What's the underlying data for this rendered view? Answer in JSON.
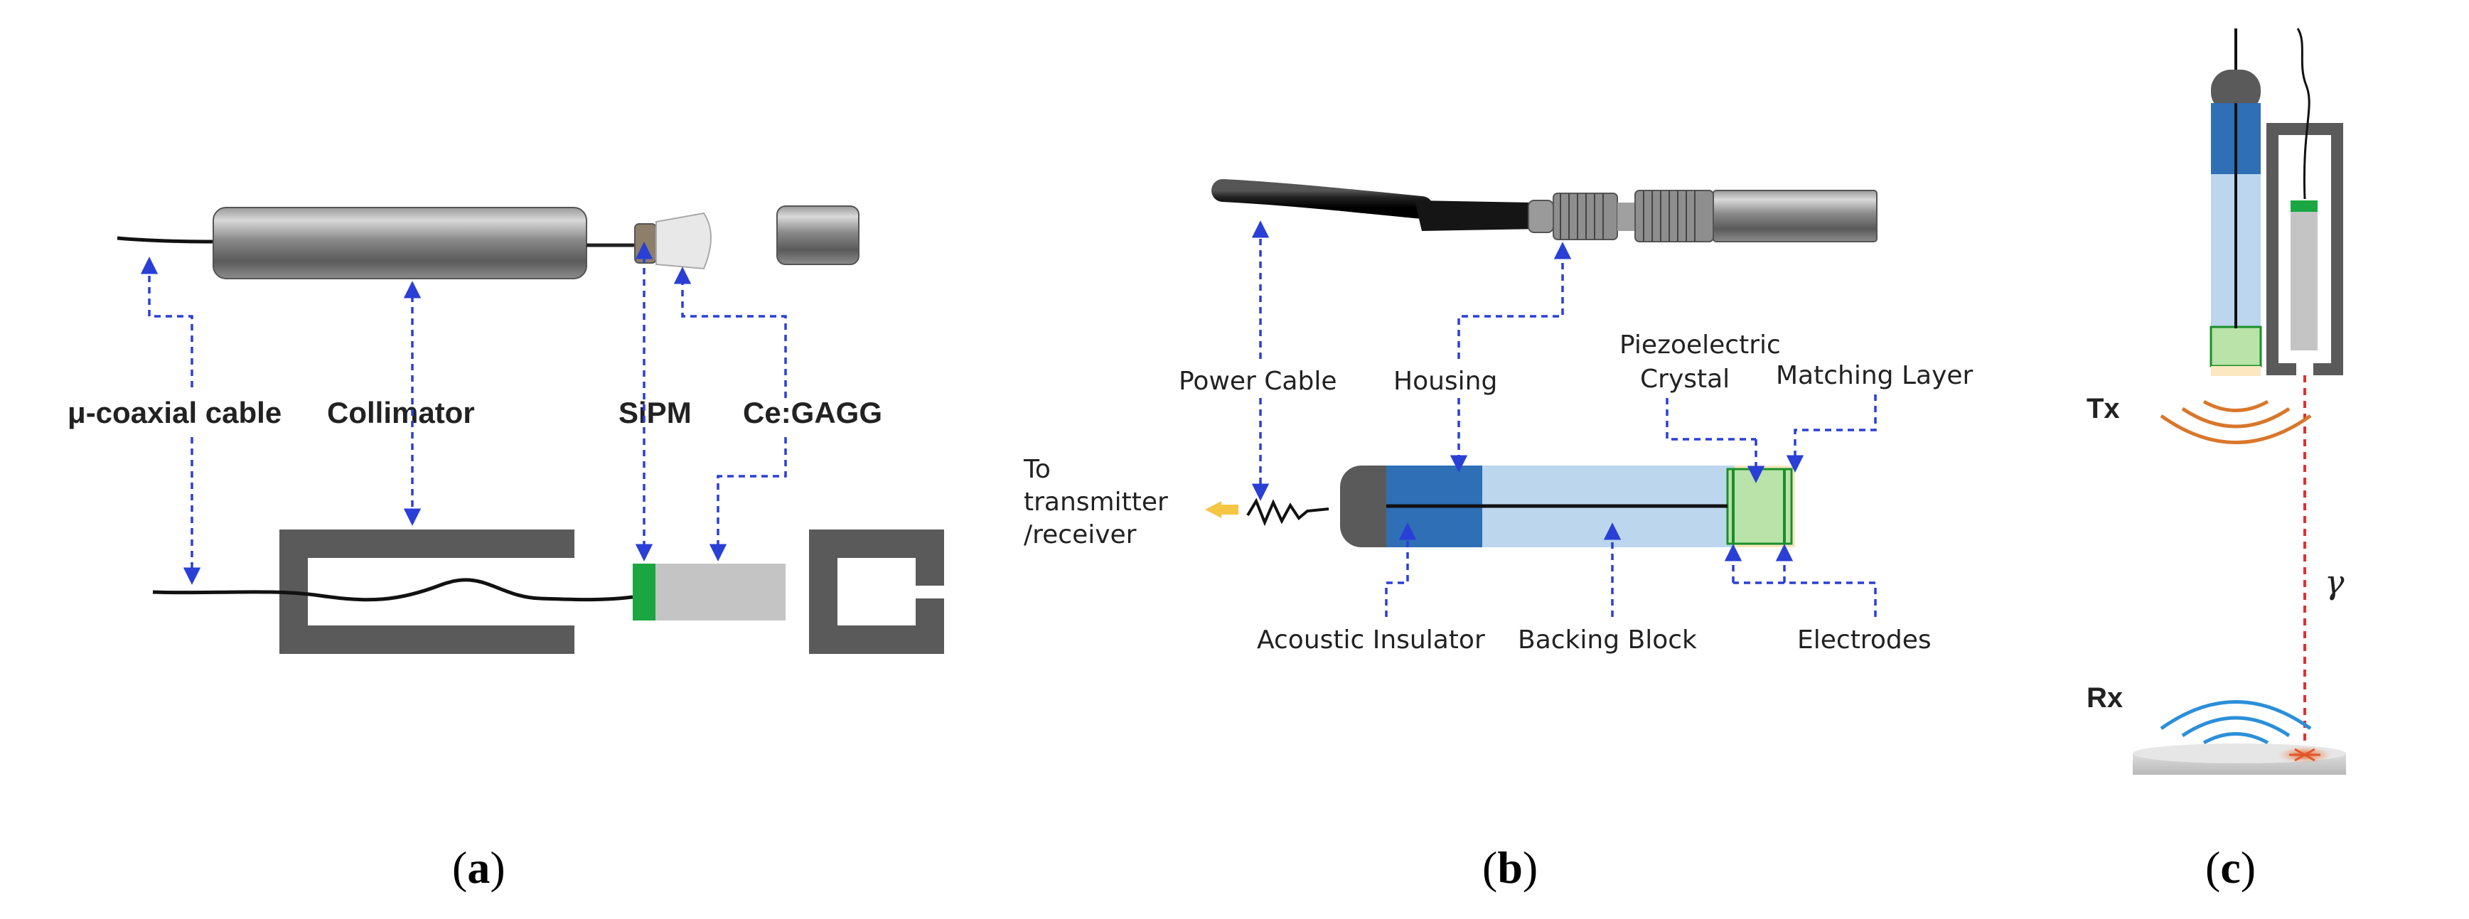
{
  "panel_a": {
    "labels": {
      "cable": "μ-coaxial cable",
      "collimator": "Collimator",
      "sipm": "SiPM",
      "scintillator": "Ce:GAGG"
    },
    "caption": {
      "letter": "a"
    }
  },
  "panel_b": {
    "labels": {
      "power_cable": "Power Cable",
      "housing": "Housing",
      "piezo_line1": "Piezoelectric",
      "piezo_line2": "Crystal",
      "matching_layer": "Matching Layer",
      "to_line1": "To",
      "to_line2": "transmitter",
      "to_line3": "/receiver",
      "acoustic_insulator": "Acoustic Insulator",
      "backing_block": "Backing Block",
      "electrodes": "Electrodes"
    },
    "caption": {
      "letter": "b"
    }
  },
  "panel_c": {
    "labels": {
      "tx": "Tx",
      "rx": "Rx",
      "gamma": "γ"
    },
    "caption": {
      "letter": "c"
    }
  },
  "colors": {
    "arrow": "#2a3fd6",
    "collimator": "#5a5a5a",
    "sipm": "#1aa640",
    "scintillator": "#c4c4c4",
    "dark_blue": "#2e6fb5",
    "light_blue": "#bcd6ee",
    "matching_green": "#b9e3a8",
    "tx_waves": "#d9772b",
    "rx_waves": "#2b8fd9",
    "gamma_line": "#e03030"
  }
}
